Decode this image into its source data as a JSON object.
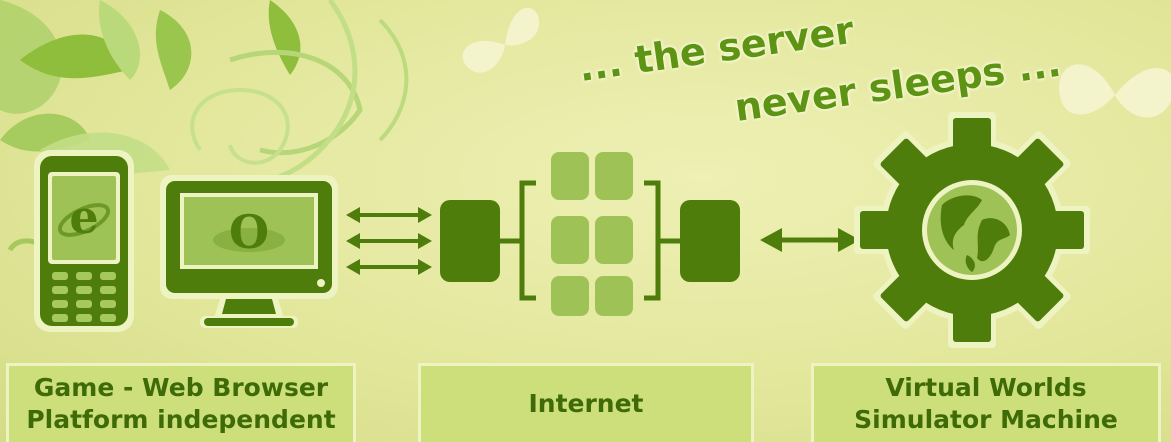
{
  "tagline": {
    "line1": "... the server",
    "line2": "never sleeps ..."
  },
  "client": {
    "line1": "Game - Web Browser",
    "line2": "Platform independent",
    "phone_letter": "e",
    "monitor_letter": "O"
  },
  "network": {
    "label": "Internet"
  },
  "server": {
    "line1": "Virtual Worlds",
    "line2": "Simulator Machine"
  },
  "colors": {
    "dark_green": "#4f7d0b",
    "light_green": "#9fc257",
    "text_green": "#3e6b07",
    "label_bg": "#cddf7b",
    "background": "#e3e79c"
  },
  "icons": [
    "leaf-swirl-decoration",
    "butterfly-icon",
    "mobile-phone-icon",
    "monitor-icon",
    "double-arrow-icon",
    "network-cluster-icon",
    "gear-globe-icon"
  ]
}
